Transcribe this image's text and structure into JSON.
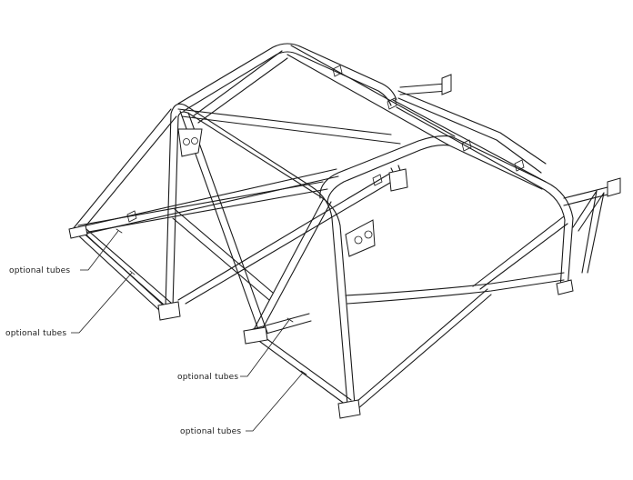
{
  "diagram": {
    "labels": [
      "optional tubes",
      "optional tubes",
      "optional tubes",
      "optional tubes"
    ]
  }
}
